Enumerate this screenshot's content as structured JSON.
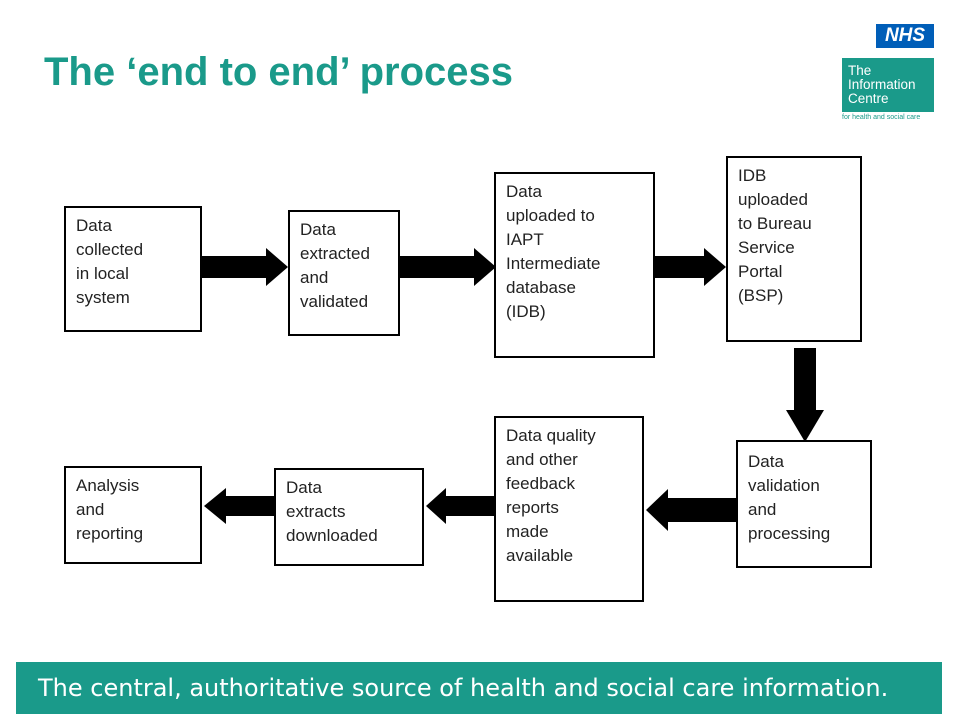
{
  "header": {
    "title": "The ‘end to end’ process"
  },
  "logo": {
    "nhs": "NHS",
    "org_lines": [
      "The",
      "Information",
      "Centre"
    ],
    "tagline": "for health and social care"
  },
  "steps": [
    {
      "id": "step-1",
      "lines": [
        "Data",
        "collected",
        "in local",
        "system"
      ]
    },
    {
      "id": "step-2",
      "lines": [
        "Data",
        "extracted",
        "and",
        "validated"
      ]
    },
    {
      "id": "step-3",
      "lines": [
        "Data",
        "uploaded to",
        "IAPT",
        "Intermediate",
        "database",
        "(IDB)"
      ]
    },
    {
      "id": "step-4",
      "lines": [
        "IDB",
        "uploaded",
        "to Bureau",
        "Service",
        "Portal",
        "(BSP)"
      ]
    },
    {
      "id": "step-5",
      "lines": [
        "Data",
        "validation",
        "and",
        "processing"
      ]
    },
    {
      "id": "step-6",
      "lines": [
        "Data quality",
        "and other",
        "feedback",
        "reports",
        "made",
        "available"
      ]
    },
    {
      "id": "step-7",
      "lines": [
        "Data",
        "extracts",
        "downloaded"
      ]
    },
    {
      "id": "step-8",
      "lines": [
        "Analysis",
        "and",
        "reporting"
      ]
    }
  ],
  "footer": {
    "text": "The central, authoritative source of health and social care information."
  }
}
